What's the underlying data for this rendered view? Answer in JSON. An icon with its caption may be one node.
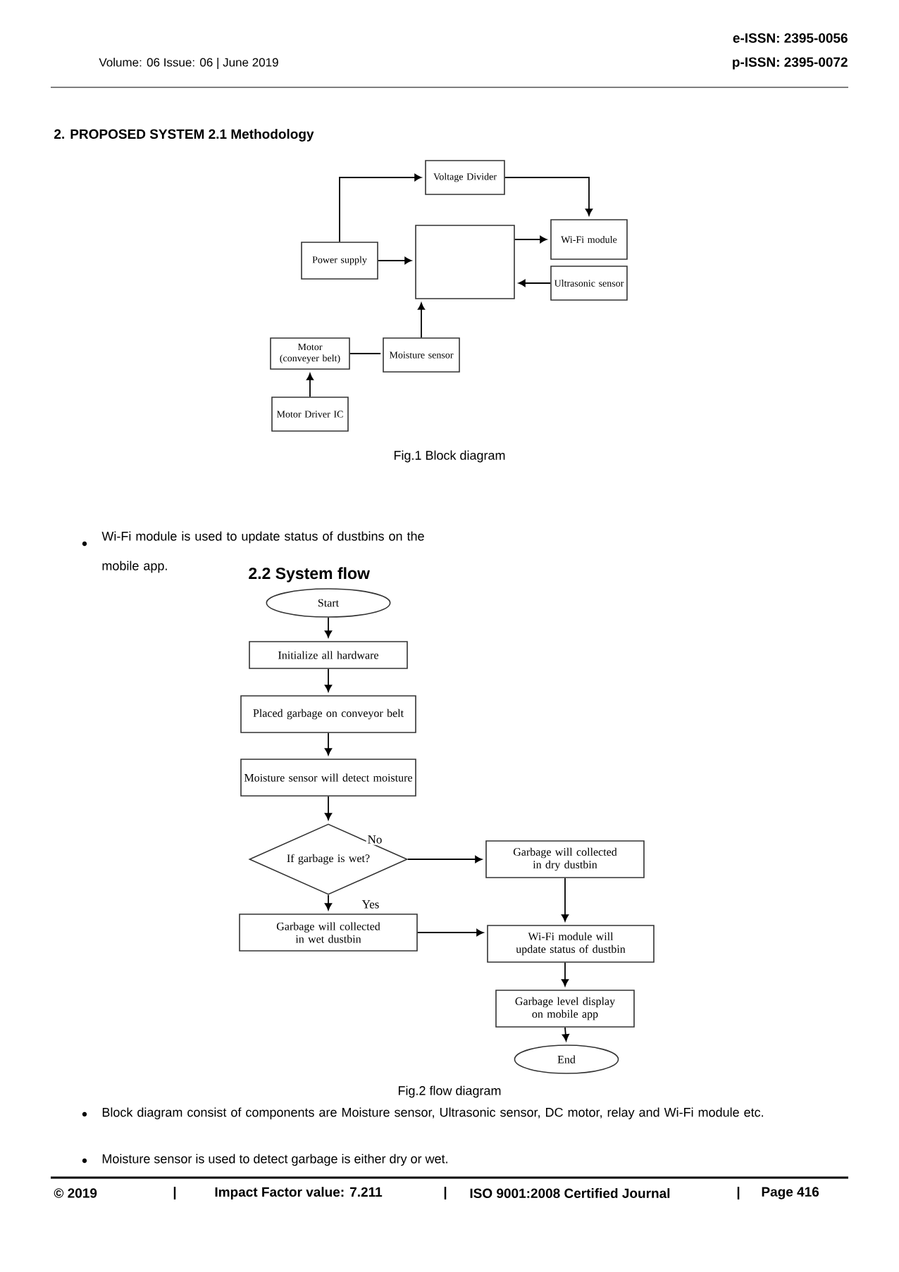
{
  "diagram": {
    "nodes": [
      {
        "text": [
          "Voltage Divider"
        ]
      },
      {
        "text": [
          "Power supply"
        ]
      },
      {
        "text": [],
        "shape": "box"
      },
      {
        "text": [
          "Wi-Fi module"
        ]
      },
      {
        "text": [
          "Ultrasonic sensor"
        ]
      },
      {
        "text": [
          "Motor (conveyer belt)"
        ]
      },
      {
        "text": [
          "Moisture sensor"
        ]
      },
      {
        "text": [
          "Motor Driver IC"
        ]
      },
      {
        "text": [
          "Start"
        ]
      },
      {
        "text": [
          "Initialize all hardware"
        ]
      },
      {
        "text": [
          "Placed garbage on conveyor belt"
        ]
      },
      {
        "text": [
          "Moisture sensor will detect moisture"
        ]
      },
      {
        "text": [
          "If garbage is wet?"
        ]
      },
      {
        "text": [
          "Garbage will collected in wet dustbin"
        ]
      },
      {
        "text": [
          "Garbage will collected in dry dustbin"
        ]
      },
      {
        "text": [
          "Wi-Fi module will update status of dustbin"
        ]
      },
      {
        "text": [
          "Garbage level display on mobile app"
        ]
      },
      {
        "text": [
          "End"
        ]
      }
    ],
    "edges": [
      {
        "from": 1,
        "to": 0,
        "arrow": "to"
      },
      {
        "from": 0,
        "to": 3,
        "arrow": "to"
      },
      {
        "from": 1,
        "to": 2,
        "arrow": "to"
      },
      {
        "from": 2,
        "to": 3,
        "arrow": "to"
      },
      {
        "from": 4,
        "to": 2,
        "arrow": "to"
      },
      {
        "from": 6,
        "to": 2,
        "arrow": "to"
      },
      {
        "from": 5,
        "to": 6,
        "arrow": "none"
      },
      {
        "from": 7,
        "to": 5,
        "arrow": "to"
      },
      {
        "from": 8,
        "to": 9,
        "arrow": "to"
      },
      {
        "from": 9,
        "to": 10,
        "arrow": "to"
      },
      {
        "from": 10,
        "to": 11,
        "arrow": "to"
      },
      {
        "from": 11,
        "to": 12,
        "arrow": "to"
      },
      {
        "from": 12,
        "to": 14,
        "arrow": "to",
        "label": "No"
      },
      {
        "from": 12,
        "to": 13,
        "arrow": "to",
        "label": "Yes"
      },
      {
        "from": 14,
        "to": 15,
        "arrow": "to"
      },
      {
        "from": 13,
        "to": 15,
        "arrow": "to"
      },
      {
        "from": 15,
        "to": 16,
        "arrow": "to"
      },
      {
        "from": 16,
        "to": 17,
        "arrow": "to"
      }
    ],
    "labels": [
      "Volume: 06 Issue: 06 | June 2019",
      "e-ISSN: 2395-0056",
      "p-ISSN: 2395-0072",
      "2. PROPOSED SYSTEM 2.1 Methodology",
      "Fig.1 Block diagram",
      "Wi-Fi module is used to update status of dustbins on the mobile app.",
      "2.2 System flow",
      "Fig.2 flow diagram",
      "Block diagram consist of components are Moisture sensor, Ultrasonic sensor, DC motor, relay and Wi-Fi module etc.",
      "Moisture sensor is used to detect garbage is either dry or wet.",
      "© 2019",
      "|",
      "Impact Factor value: 7.211",
      "|",
      "ISO 9001:2008 Certified Journal",
      "|",
      "Page 416"
    ]
  }
}
